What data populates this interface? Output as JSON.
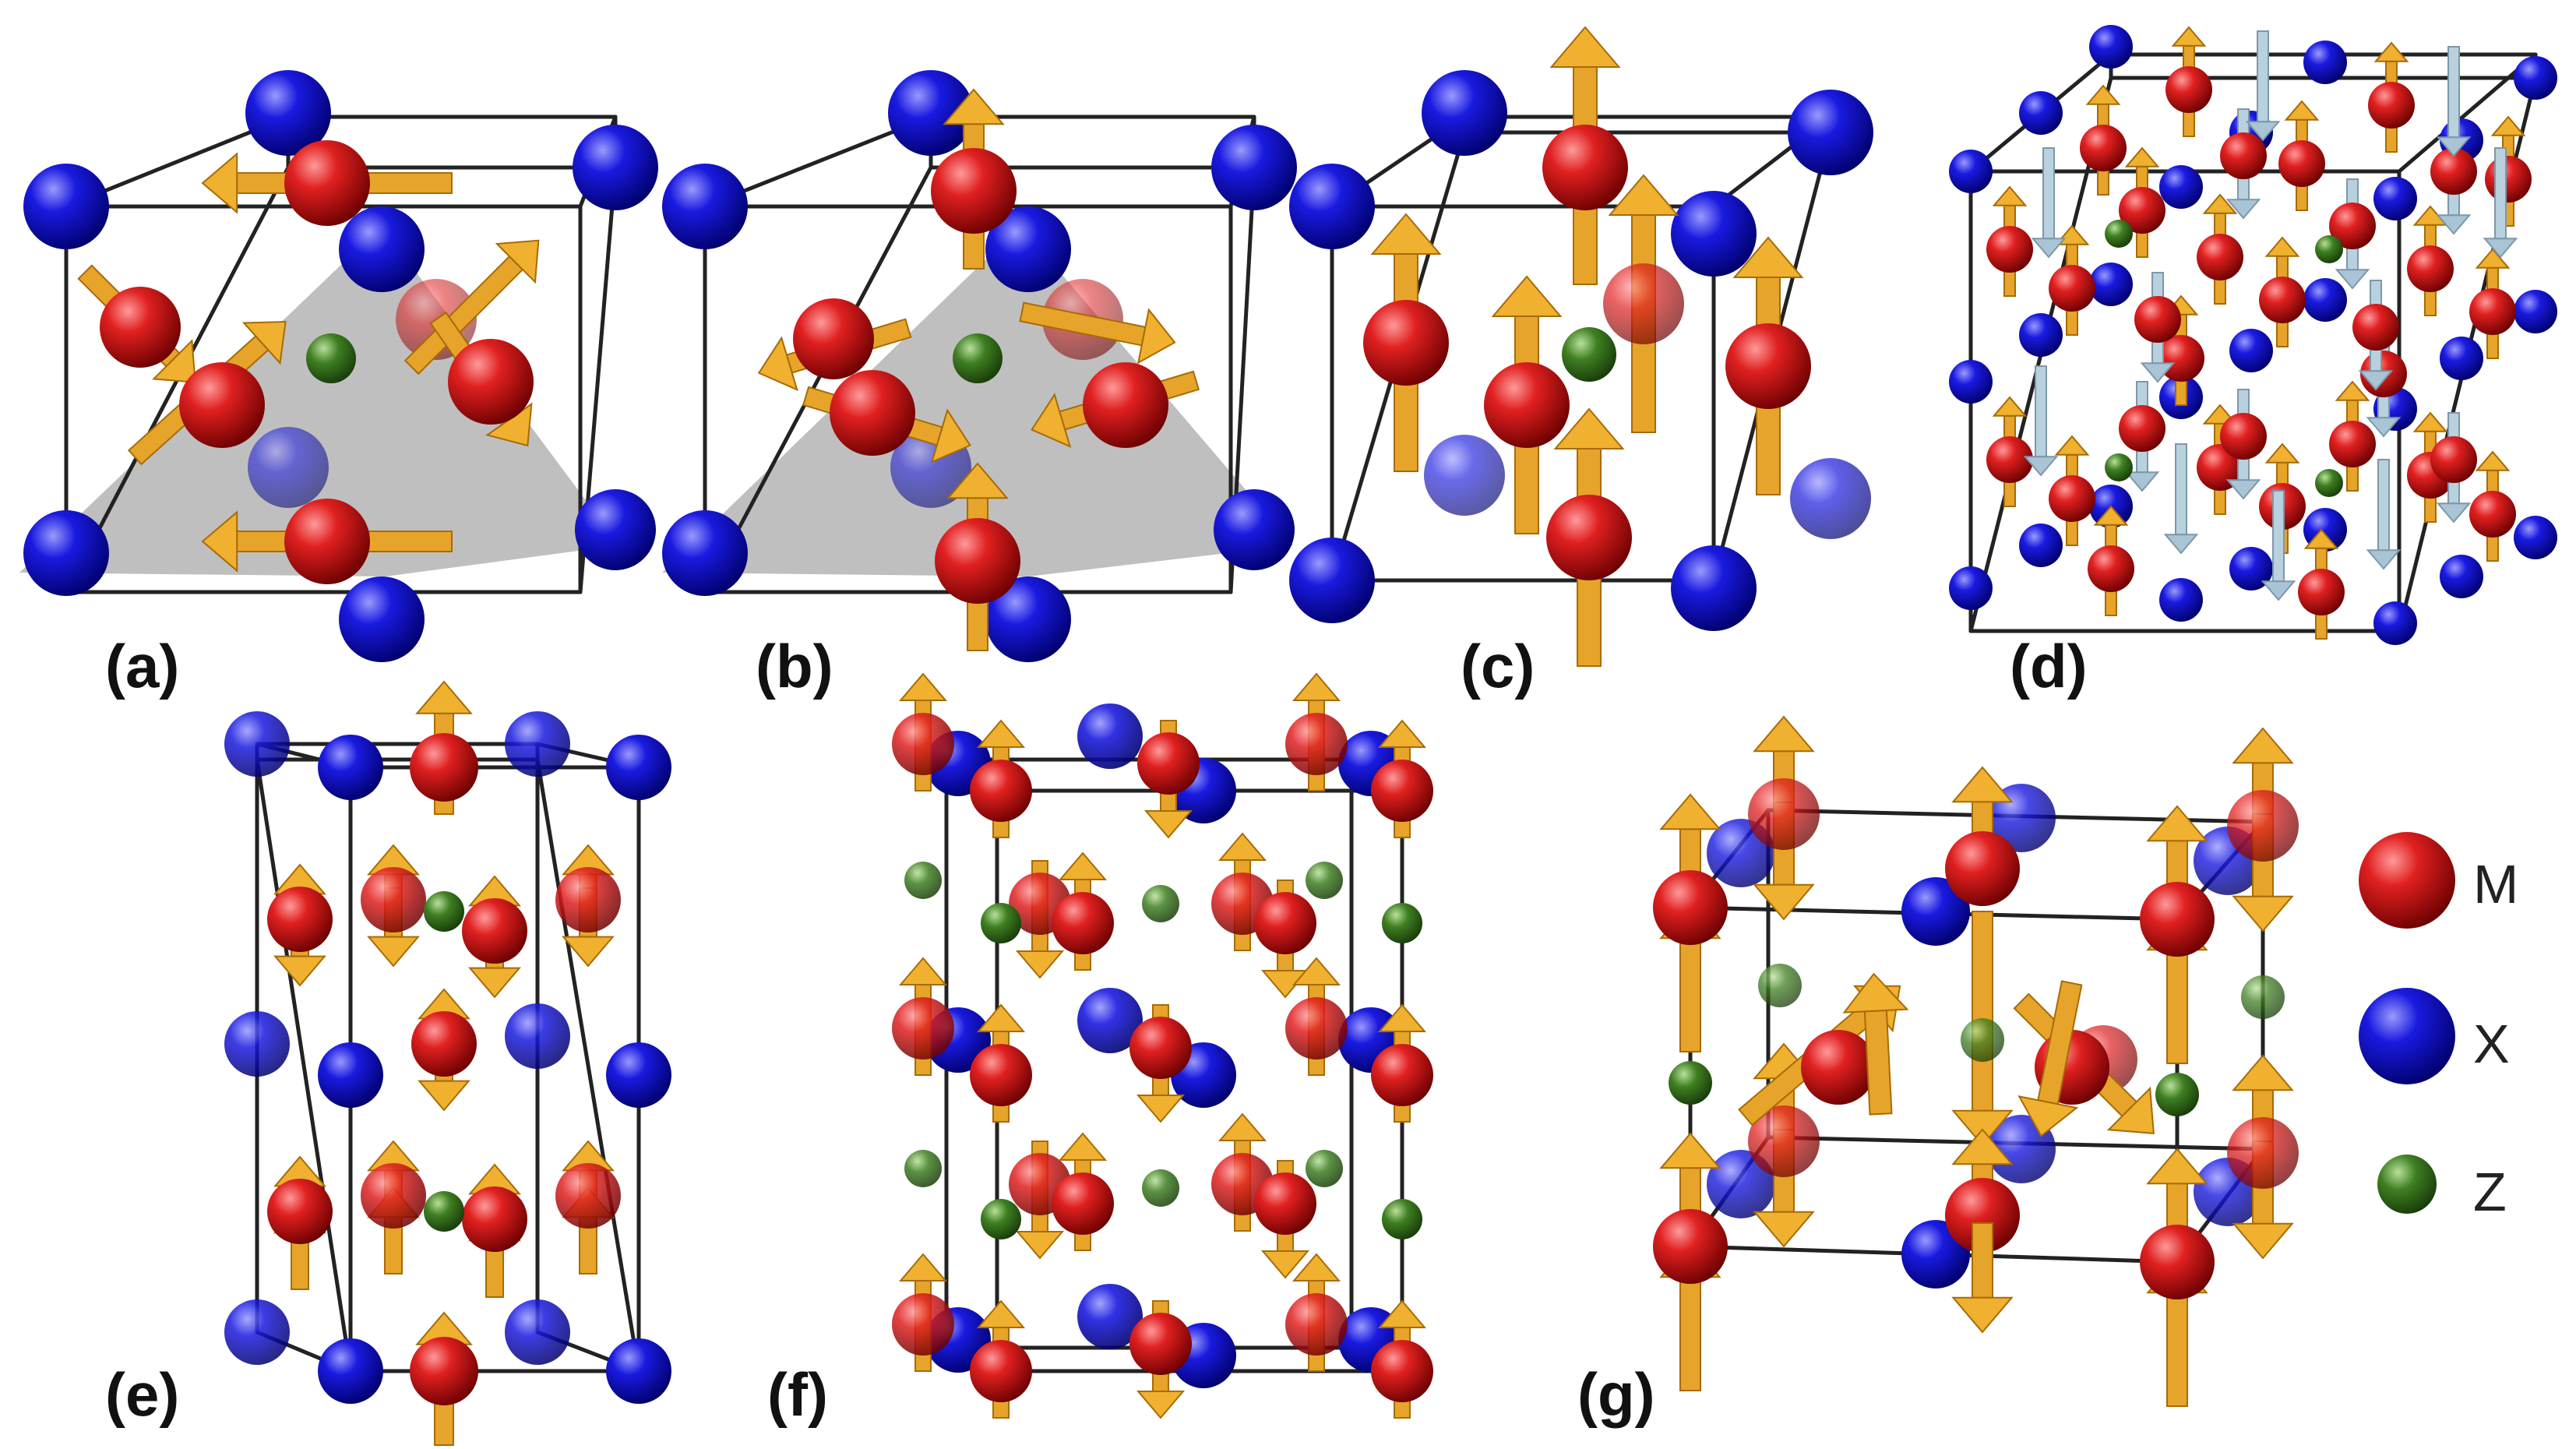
{
  "figure": {
    "panels": [
      {
        "id": "a",
        "label": "(a)"
      },
      {
        "id": "b",
        "label": "(b)"
      },
      {
        "id": "c",
        "label": "(c)"
      },
      {
        "id": "d",
        "label": "(d)"
      },
      {
        "id": "e",
        "label": "(e)"
      },
      {
        "id": "f",
        "label": "(f)"
      },
      {
        "id": "g",
        "label": "(g)"
      }
    ],
    "legend": [
      {
        "label": "M",
        "color": "#d41414"
      },
      {
        "label": "X",
        "color": "#1414d4"
      },
      {
        "label": "Z",
        "color": "#3d7a1e"
      }
    ]
  },
  "colors": {
    "M": "#d41414",
    "X": "#1414d4",
    "Z": "#3d7a1e",
    "spin": "#e8a21c",
    "spin_alt": "#a9c4d4",
    "edge": "#222222",
    "plane": "#8a8a8a"
  }
}
